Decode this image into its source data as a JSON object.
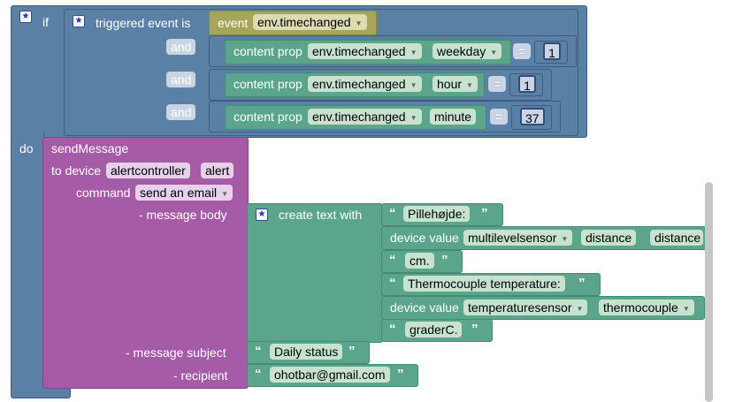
{
  "if_block": {
    "if_label": "if",
    "do_label": "do",
    "and_labels": [
      "and",
      "and",
      "and"
    ]
  },
  "trigger": {
    "label": "triggered event is",
    "event_label": "event",
    "event_value": "env.timechanged"
  },
  "conditions": [
    {
      "label": "content prop",
      "source": "env.timechanged",
      "prop": "weekday",
      "operator": "=",
      "value": "1"
    },
    {
      "label": "content prop",
      "source": "env.timechanged",
      "prop": "hour",
      "operator": "=",
      "value": "1"
    },
    {
      "label": "content prop",
      "source": "env.timechanged",
      "prop": "minute",
      "operator": "=",
      "value": "37"
    }
  ],
  "send": {
    "title": "sendMessage",
    "to_device_label": "to device",
    "device": "alertcontroller",
    "device_suffix": "alert",
    "command_label": "command",
    "command": "send an email",
    "body_label": "- message body",
    "subject_label": "- message subject",
    "recipient_label": "- recipient",
    "subject": "Daily status",
    "recipient": "ohotbar@gmail.com"
  },
  "create_text": {
    "label": "create text with",
    "items": [
      {
        "type": "text",
        "value": "Pillehøjde:"
      },
      {
        "type": "device",
        "label": "device value",
        "device": "multilevelsensor",
        "prop": "distance",
        "extra": "distance"
      },
      {
        "type": "text",
        "value": "cm."
      },
      {
        "type": "text",
        "value": "Thermocouple temperature:"
      },
      {
        "type": "device",
        "label": "device value",
        "device": "temperaturesensor",
        "prop": "thermocouple"
      },
      {
        "type": "text",
        "value": "graderC."
      }
    ]
  },
  "colors": {
    "logic_blue": "#5b80a5",
    "logic_dark": "#3c5b85",
    "green": "#5ba58c",
    "green_dark": "#478a73",
    "purple": "#a55ba5",
    "olive": "#a5a55b"
  }
}
